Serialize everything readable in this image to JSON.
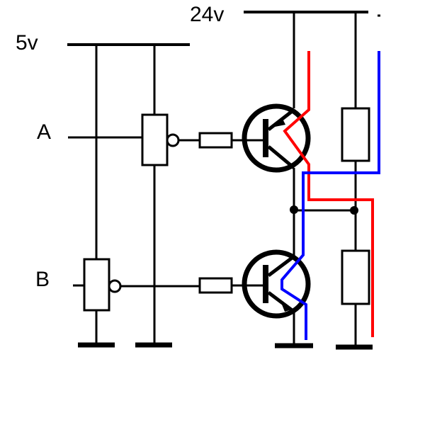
{
  "labels": {
    "v5": "5v",
    "v24": "24v",
    "a": "A",
    "b": "B"
  },
  "colors": {
    "wire": "#000000",
    "high_path": "#ff0000",
    "low_path": "#0000ff"
  }
}
